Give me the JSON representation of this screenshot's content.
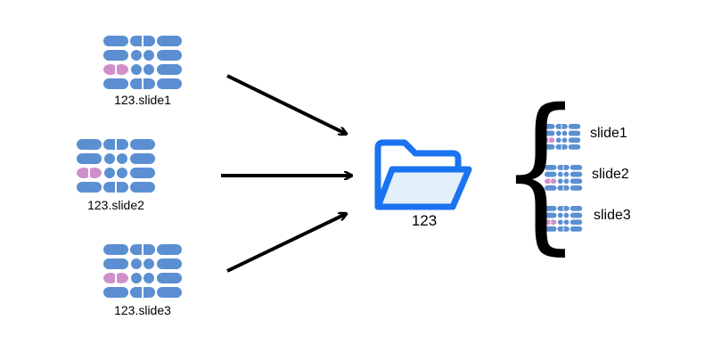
{
  "sources": [
    {
      "label": "123.slide1",
      "icon": "slide-icon"
    },
    {
      "label": "123.slide2",
      "icon": "slide-icon"
    },
    {
      "label": "123.slide3",
      "icon": "slide-icon"
    }
  ],
  "folder": {
    "label": "123",
    "icon": "folder-open-icon"
  },
  "contents": [
    {
      "label": "slide1",
      "icon": "slide-icon"
    },
    {
      "label": "slide2",
      "icon": "slide-icon"
    },
    {
      "label": "slide3",
      "icon": "slide-icon"
    }
  ],
  "colors": {
    "blue": "#5b8fd2",
    "pink": "#d08fcb",
    "folder": "#1a73f0",
    "folder_fill": "#e3f0fc",
    "arrow": "#000000"
  }
}
